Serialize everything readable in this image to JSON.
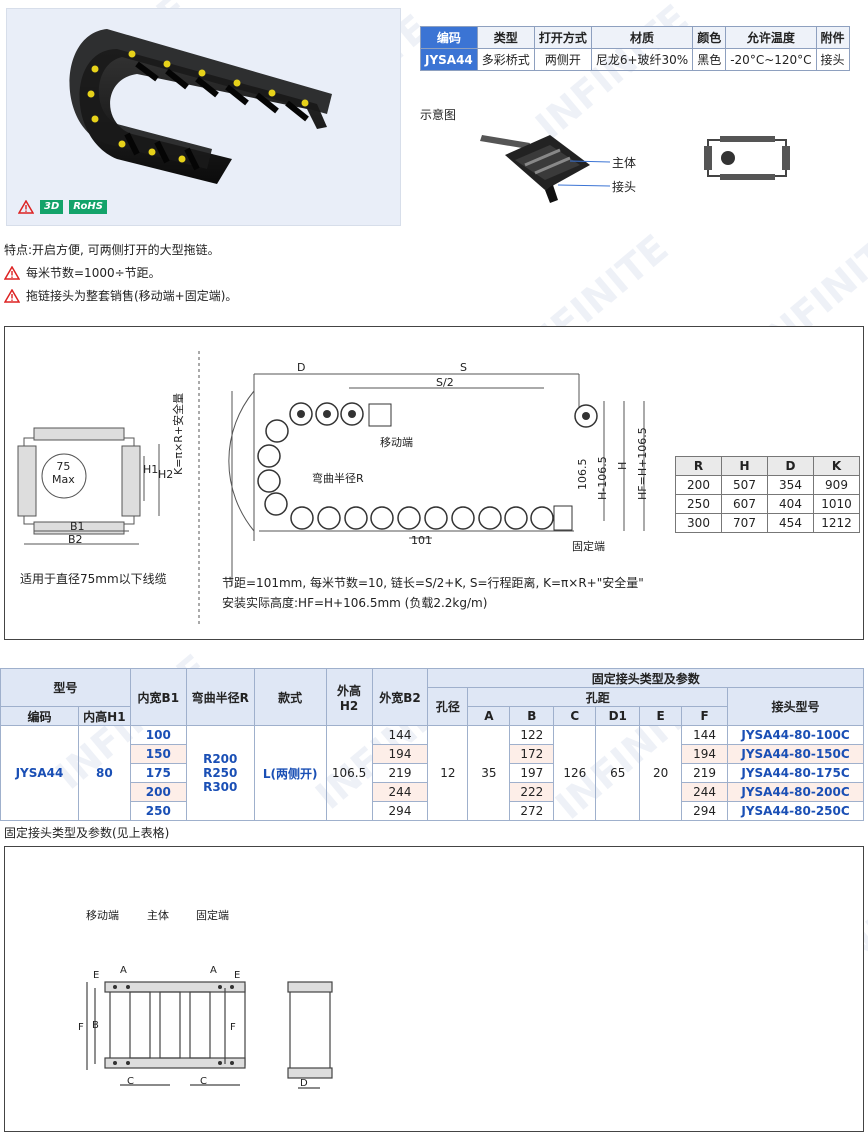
{
  "spec_table": {
    "headers": [
      "编码",
      "类型",
      "打开方式",
      "材质",
      "颜色",
      "允许温度",
      "附件"
    ],
    "row": [
      "JYSA44",
      "多彩桥式",
      "两侧开",
      "尼龙6+玻纤30%",
      "黑色",
      "-20°C~120°C",
      "接头"
    ]
  },
  "schematic": {
    "label": "示意图",
    "callout_body": "主体",
    "callout_joint": "接头"
  },
  "badges": {
    "three_d": "3D",
    "rohs": "RoHS"
  },
  "features": [
    "特点:开启方便, 可两侧打开的大型拖链。",
    "每米节数=1000÷节距。",
    "拖链接头为整套销售(移动端+固定端)。"
  ],
  "drawing": {
    "cable_note": "适用于直径75mm以下线缆",
    "max_circle": "75\nMax",
    "labels": {
      "d": "D",
      "s": "S",
      "s2": "S/2",
      "moving_end": "移动端",
      "fixed_end": "固定端",
      "bend_radius": "弯曲半径R",
      "k_formula": "K=π×R+安全量",
      "pitch": "101",
      "h1065": "106.5",
      "hminus": "H-106.5",
      "h": "H",
      "hf": "HF=H+106.5",
      "b1": "B1",
      "b2": "B2",
      "h1": "H1",
      "h2": "H2"
    },
    "note1": "节距=101mm, 每米节数=10, 链长=S/2+K, S=行程距离, K=π×R+\"安全量\"",
    "note2": "安装实际高度:HF=H+106.5mm (负载2.2kg/m)",
    "rhdk": {
      "headers": [
        "R",
        "H",
        "D",
        "K"
      ],
      "rows": [
        [
          "200",
          "507",
          "354",
          "909"
        ],
        [
          "250",
          "607",
          "404",
          "1010"
        ],
        [
          "300",
          "707",
          "454",
          "1212"
        ]
      ]
    }
  },
  "param_table": {
    "h_model": "型号",
    "h_code": "编码",
    "h_inner_h": "内高H1",
    "h_inner_w": "内宽B1",
    "h_bend": "弯曲半径R",
    "h_style": "款式",
    "h_outer_h": "外高H2",
    "h_outer_w": "外宽B2",
    "h_fixed": "固定接头类型及参数",
    "h_hole": "孔径",
    "h_pitch": "孔距",
    "h_a": "A",
    "h_b": "B",
    "h_c": "C",
    "h_d1": "D1",
    "h_e": "E",
    "h_f": "F",
    "h_joint": "接头型号",
    "code": "JYSA44",
    "inner_h": "80",
    "bend": "R200\nR250\nR300",
    "style": "L(两侧开)",
    "outer_h": "106.5",
    "hole": "12",
    "a": "35",
    "c": "126",
    "d1": "65",
    "e": "20",
    "rows": [
      {
        "b1": "100",
        "b2": "144",
        "b": "122",
        "f": "144",
        "joint": "JYSA44-80-100C"
      },
      {
        "b1": "150",
        "b2": "194",
        "b": "172",
        "f": "194",
        "joint": "JYSA44-80-150C"
      },
      {
        "b1": "175",
        "b2": "219",
        "b": "197",
        "f": "219",
        "joint": "JYSA44-80-175C"
      },
      {
        "b1": "200",
        "b2": "244",
        "b": "222",
        "f": "244",
        "joint": "JYSA44-80-200C"
      },
      {
        "b1": "250",
        "b2": "294",
        "b": "272",
        "f": "294",
        "joint": "JYSA44-80-250C"
      }
    ]
  },
  "bottom": {
    "caption": "固定接头类型及参数(见上表格)",
    "moving_end": "移动端",
    "body": "主体",
    "fixed_end": "固定端",
    "labels": {
      "e": "E",
      "a": "A",
      "b": "B",
      "f": "F",
      "c": "C",
      "d": "D"
    }
  },
  "colors": {
    "accent": "#3b74d4",
    "card_bg": "#e9eef8",
    "badge_green": "#13a36a",
    "param_blue": "#1a4fb5"
  }
}
